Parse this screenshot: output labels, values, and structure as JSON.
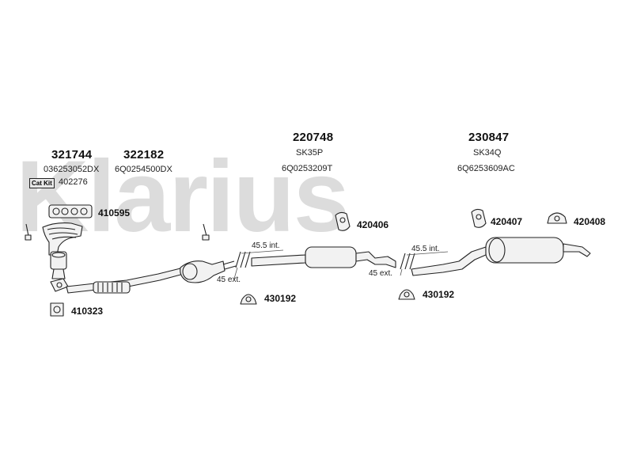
{
  "watermark": "Klarius",
  "groups": {
    "manifold": {
      "part": "321744",
      "oe": "036253052DX"
    },
    "front_pipe": {
      "part": "322182",
      "oe": "6Q0254500DX"
    },
    "center_box": {
      "part": "220748",
      "code": "SK35P",
      "oe": "6Q0253209T"
    },
    "rear_box": {
      "part": "230847",
      "code": "SK34Q",
      "oe": "6Q6253609AC"
    }
  },
  "cat_kit": {
    "badge": "Cat Kit",
    "part": "402276"
  },
  "fittings": {
    "gasket_manifold": "410595",
    "gasket_flange": "410323",
    "rubber_mount_1": "420406",
    "rubber_mount_2": "420407",
    "rubber_mount_3": "420408",
    "clamp_1": "430192",
    "clamp_2": "430192"
  },
  "joints": {
    "joint_1_int": "45.5 int.",
    "joint_1_ext": "45 ext.",
    "joint_2_int": "45.5 int.",
    "joint_2_ext": "45 ext."
  }
}
